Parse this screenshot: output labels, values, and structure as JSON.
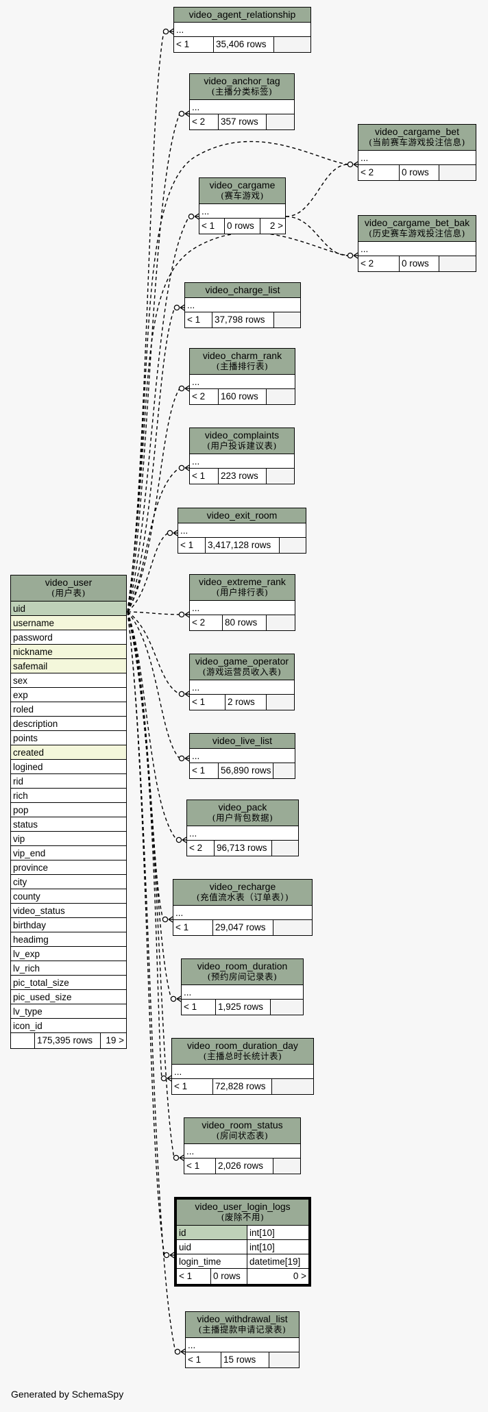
{
  "footer_text": "Generated by SchemaSpy",
  "user_table": {
    "name": "video_user",
    "comment": "(用户表)",
    "columns": [
      {
        "name": "uid",
        "type": "pk"
      },
      {
        "name": "username",
        "type": "idx"
      },
      {
        "name": "password",
        "type": ""
      },
      {
        "name": "nickname",
        "type": "idx"
      },
      {
        "name": "safemail",
        "type": "idx"
      },
      {
        "name": "sex",
        "type": ""
      },
      {
        "name": "exp",
        "type": ""
      },
      {
        "name": "roled",
        "type": ""
      },
      {
        "name": "description",
        "type": ""
      },
      {
        "name": "points",
        "type": ""
      },
      {
        "name": "created",
        "type": "idx"
      },
      {
        "name": "logined",
        "type": ""
      },
      {
        "name": "rid",
        "type": ""
      },
      {
        "name": "rich",
        "type": ""
      },
      {
        "name": "pop",
        "type": ""
      },
      {
        "name": "status",
        "type": ""
      },
      {
        "name": "vip",
        "type": ""
      },
      {
        "name": "vip_end",
        "type": ""
      },
      {
        "name": "province",
        "type": ""
      },
      {
        "name": "city",
        "type": ""
      },
      {
        "name": "county",
        "type": ""
      },
      {
        "name": "video_status",
        "type": ""
      },
      {
        "name": "birthday",
        "type": ""
      },
      {
        "name": "headimg",
        "type": ""
      },
      {
        "name": "lv_exp",
        "type": ""
      },
      {
        "name": "lv_rich",
        "type": ""
      },
      {
        "name": "pic_total_size",
        "type": ""
      },
      {
        "name": "pic_used_size",
        "type": ""
      },
      {
        "name": "lv_type",
        "type": ""
      },
      {
        "name": "icon_id",
        "type": ""
      }
    ],
    "footer": {
      "parents": "",
      "rows": "175,395 rows",
      "children": "19 >"
    }
  },
  "tables": [
    {
      "name": "video_agent_relationship",
      "comment": "",
      "ellipsis": "...",
      "parents": "< 1",
      "rows": "35,406 rows",
      "children": ""
    },
    {
      "name": "video_anchor_tag",
      "comment": "(主播分类标签)",
      "ellipsis": "...",
      "parents": "< 2",
      "rows": "357 rows",
      "children": ""
    },
    {
      "name": "video_cargame_bet",
      "comment": "(当前赛车游戏投注信息)",
      "ellipsis": "...",
      "parents": "< 2",
      "rows": "0 rows",
      "children": ""
    },
    {
      "name": "video_cargame",
      "comment": "(赛车游戏)",
      "ellipsis": "...",
      "parents": "< 1",
      "rows": "0 rows",
      "children": "2 >"
    },
    {
      "name": "video_cargame_bet_bak",
      "comment": "(历史赛车游戏投注信息)",
      "ellipsis": "...",
      "parents": "< 2",
      "rows": "0 rows",
      "children": ""
    },
    {
      "name": "video_charge_list",
      "comment": "",
      "ellipsis": "...",
      "parents": "< 1",
      "rows": "37,798 rows",
      "children": ""
    },
    {
      "name": "video_charm_rank",
      "comment": "(主播排行表)",
      "ellipsis": "...",
      "parents": "< 2",
      "rows": "160 rows",
      "children": ""
    },
    {
      "name": "video_complaints",
      "comment": "(用户投诉建议表)",
      "ellipsis": "...",
      "parents": "< 1",
      "rows": "223 rows",
      "children": ""
    },
    {
      "name": "video_exit_room",
      "comment": "",
      "ellipsis": "...",
      "parents": "< 1",
      "rows": "3,417,128 rows",
      "children": ""
    },
    {
      "name": "video_extreme_rank",
      "comment": "(用户排行表)",
      "ellipsis": "...",
      "parents": "< 2",
      "rows": "80 rows",
      "children": ""
    },
    {
      "name": "video_game_operator",
      "comment": "(游戏运营员收入表)",
      "ellipsis": "...",
      "parents": "< 1",
      "rows": "2 rows",
      "children": ""
    },
    {
      "name": "video_live_list",
      "comment": "",
      "ellipsis": "...",
      "parents": "< 1",
      "rows": "56,890 rows",
      "children": ""
    },
    {
      "name": "video_pack",
      "comment": "(用户背包数据)",
      "ellipsis": "...",
      "parents": "< 2",
      "rows": "96,713 rows",
      "children": ""
    },
    {
      "name": "video_recharge",
      "comment": "(充值流水表（订单表）)",
      "ellipsis": "...",
      "parents": "< 1",
      "rows": "29,047 rows",
      "children": ""
    },
    {
      "name": "video_room_duration",
      "comment": "(预约房间记录表)",
      "ellipsis": "...",
      "parents": "< 1",
      "rows": "1,925 rows",
      "children": ""
    },
    {
      "name": "video_room_duration_day",
      "comment": "(主播总时长统计表)",
      "ellipsis": "...",
      "parents": "< 1",
      "rows": "72,828 rows",
      "children": ""
    },
    {
      "name": "video_room_status",
      "comment": "(房间状态表)",
      "ellipsis": "...",
      "parents": "< 1",
      "rows": "2,026 rows",
      "children": ""
    },
    {
      "name": "video_withdrawal_list",
      "comment": "(主播提款申请记录表)",
      "ellipsis": "...",
      "parents": "< 1",
      "rows": "15 rows",
      "children": ""
    }
  ],
  "focus_table": {
    "name": "video_user_login_logs",
    "comment": "(废除不用)",
    "columns": [
      {
        "name": "id",
        "datatype": "int[10]",
        "type": "pk"
      },
      {
        "name": "uid",
        "datatype": "int[10]",
        "type": ""
      },
      {
        "name": "login_time",
        "datatype": "datetime[19]",
        "type": ""
      }
    ],
    "footer": {
      "parents": "< 1",
      "rows": "0 rows",
      "children": "0 >"
    }
  },
  "colors": {
    "header": "#9aab96",
    "primary_key": "#bed1b8",
    "indexed": "#f4f7db",
    "background": "#f7f7f7"
  }
}
